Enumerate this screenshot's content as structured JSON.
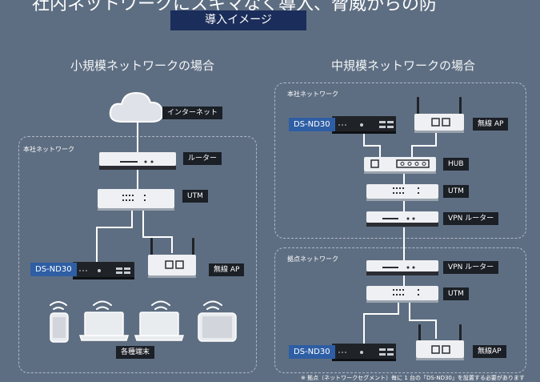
{
  "header": {
    "top_text": "社内ネットワークにスキマなく導入、脅威からの防",
    "tag": "導入イメージ"
  },
  "small": {
    "title": "小規模ネットワークの場合",
    "area": "本社ネットワーク",
    "labels": {
      "internet": "インターネット",
      "router": "ルーター",
      "utm": "UTM",
      "ds": "DS-ND30",
      "ap": "無線 AP",
      "terminals": "各種端末"
    }
  },
  "medium": {
    "title": "中規模ネットワークの場合",
    "area_hq": "本社ネットワーク",
    "area_branch": "拠点ネットワーク",
    "labels": {
      "ds_hq": "DS-ND30",
      "ap_hq": "無線 AP",
      "hub": "HUB",
      "utm_hq": "UTM",
      "vpn_hq": "VPN ルーター",
      "vpn_branch": "VPN ルーター",
      "utm_branch": "UTM",
      "ds_branch": "DS-ND30",
      "ap_branch": "無線AP"
    },
    "footnote": "※ 拠点（ネットワークセグメント）毎に 1 台の「DS-ND30」を設置する必要があります"
  },
  "colors": {
    "background": "#5e6e82",
    "title_tag": "#1b2d5a",
    "product_label": "#2e5ea4",
    "device_label": "#1b1f26"
  }
}
